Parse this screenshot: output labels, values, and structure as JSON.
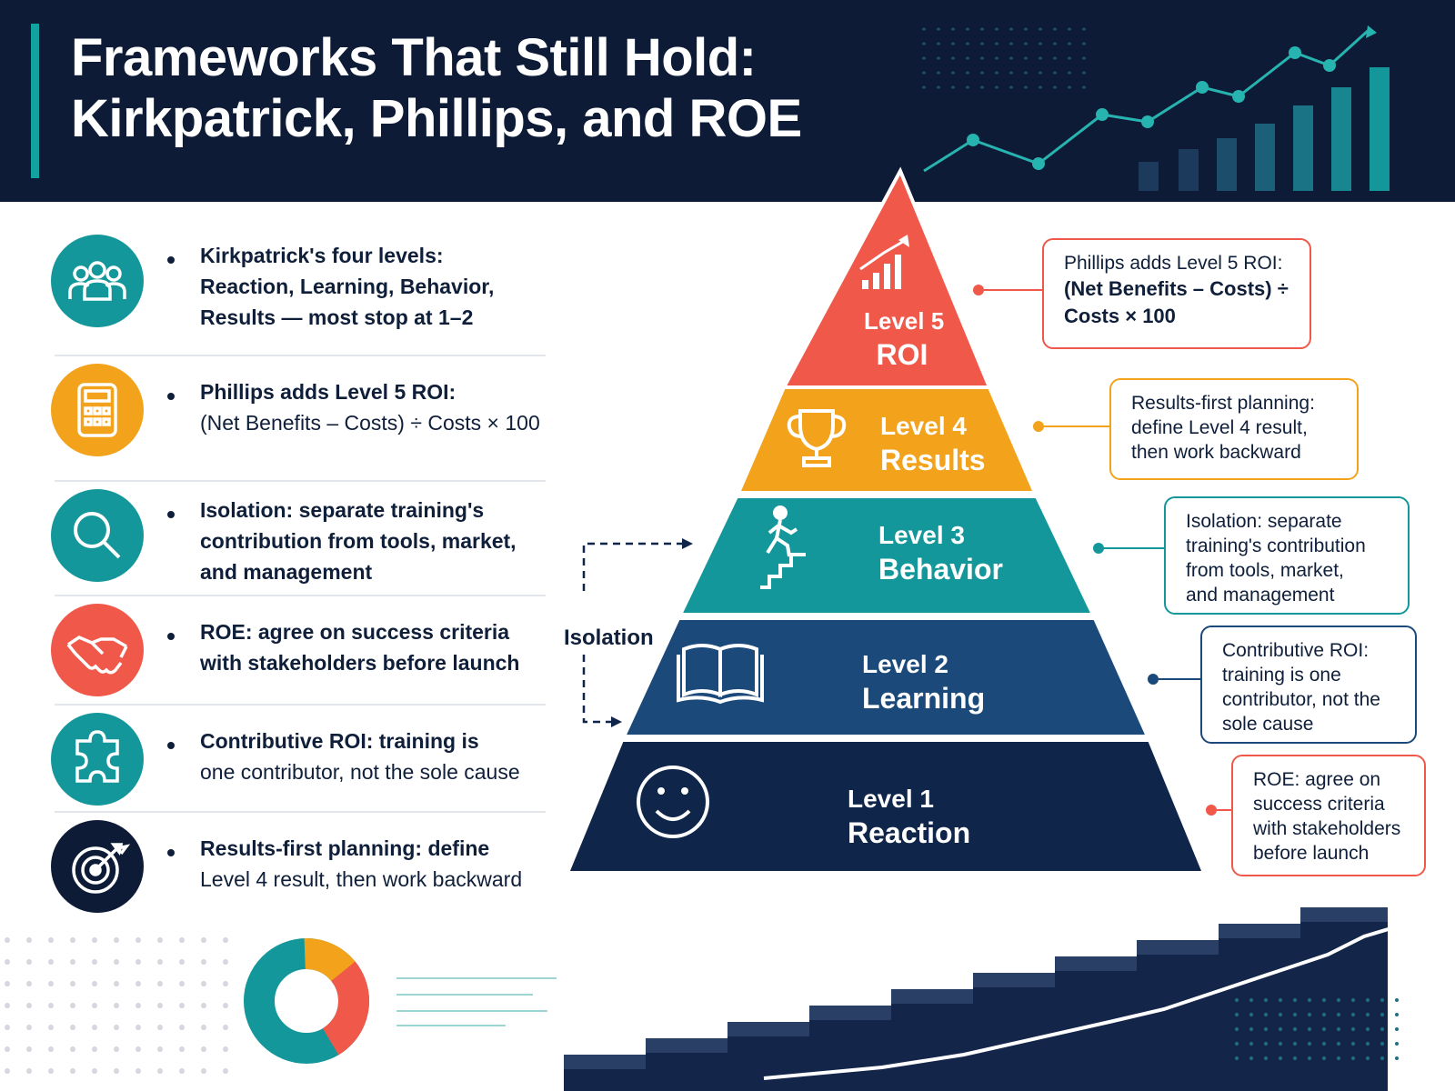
{
  "header": {
    "title_line1": "Frameworks That Still Hold:",
    "title_line2": "Kirkpatrick, Phillips, and ROE"
  },
  "list": [
    {
      "icon": "people-icon",
      "color": "#13979a",
      "line1": "Kirkpatrick's four levels:",
      "line2": "Reaction, Learning, Behavior,",
      "line3": "Results — most stop at 1–2"
    },
    {
      "icon": "calculator-icon",
      "color": "#f2a31b",
      "line1": "Phillips adds Level 5 ROI:",
      "line2": "(Net Benefits – Costs) ÷ Costs × 100",
      "line3": ""
    },
    {
      "icon": "magnifier-icon",
      "color": "#13979a",
      "line1": "Isolation: separate training's",
      "line2": "contribution from tools, market,",
      "line3": "and management"
    },
    {
      "icon": "handshake-icon",
      "color": "#f0584a",
      "line1": "ROE: agree on success criteria",
      "line2": "with stakeholders before launch",
      "line3": ""
    },
    {
      "icon": "puzzle-icon",
      "color": "#13979a",
      "line1": "Contributive ROI: training is",
      "line2": "one contributor, not the sole cause",
      "line3": ""
    },
    {
      "icon": "target-icon",
      "color": "#0d1b36",
      "line1": "Results-first planning: define",
      "line2": "Level 4 result, then work backward",
      "line3": ""
    }
  ],
  "pyramid": [
    {
      "level": "Level 5",
      "name": "ROI",
      "icon": "growth-chart-icon",
      "color": "#f0584a"
    },
    {
      "level": "Level 4",
      "name": "Results",
      "icon": "trophy-icon",
      "color": "#f2a31b"
    },
    {
      "level": "Level 3",
      "name": "Behavior",
      "icon": "climbing-stairs-icon",
      "color": "#13979a"
    },
    {
      "level": "Level 2",
      "name": "Learning",
      "icon": "open-book-icon",
      "color": "#1b4a7a"
    },
    {
      "level": "Level 1",
      "name": "Reaction",
      "icon": "smiley-icon",
      "color": "#0f2549"
    }
  ],
  "callouts": [
    {
      "text": "Phillips adds Level 5 ROI:",
      "text2": "(Net Benefits – Costs) ÷",
      "text3": "Costs × 100",
      "color": "#f0584a"
    },
    {
      "text": "Results-first planning:",
      "text2": "define Level 4 result,",
      "text3": "then work backward",
      "color": "#f2a31b"
    },
    {
      "text": "Isolation: separate",
      "text2": "training's contribution",
      "text3": "from tools, market,",
      "text4": "and management",
      "color": "#13979a"
    },
    {
      "text": "Contributive ROI:",
      "text2": "training is one",
      "text3": "contributor, not the",
      "text4": "sole cause",
      "color": "#1b4a7a"
    },
    {
      "text": "ROE: agree on",
      "text2": "success criteria",
      "text3": "with stakeholders",
      "text4": "before launch",
      "color": "#f0584a"
    }
  ],
  "isolation_label": "Isolation"
}
